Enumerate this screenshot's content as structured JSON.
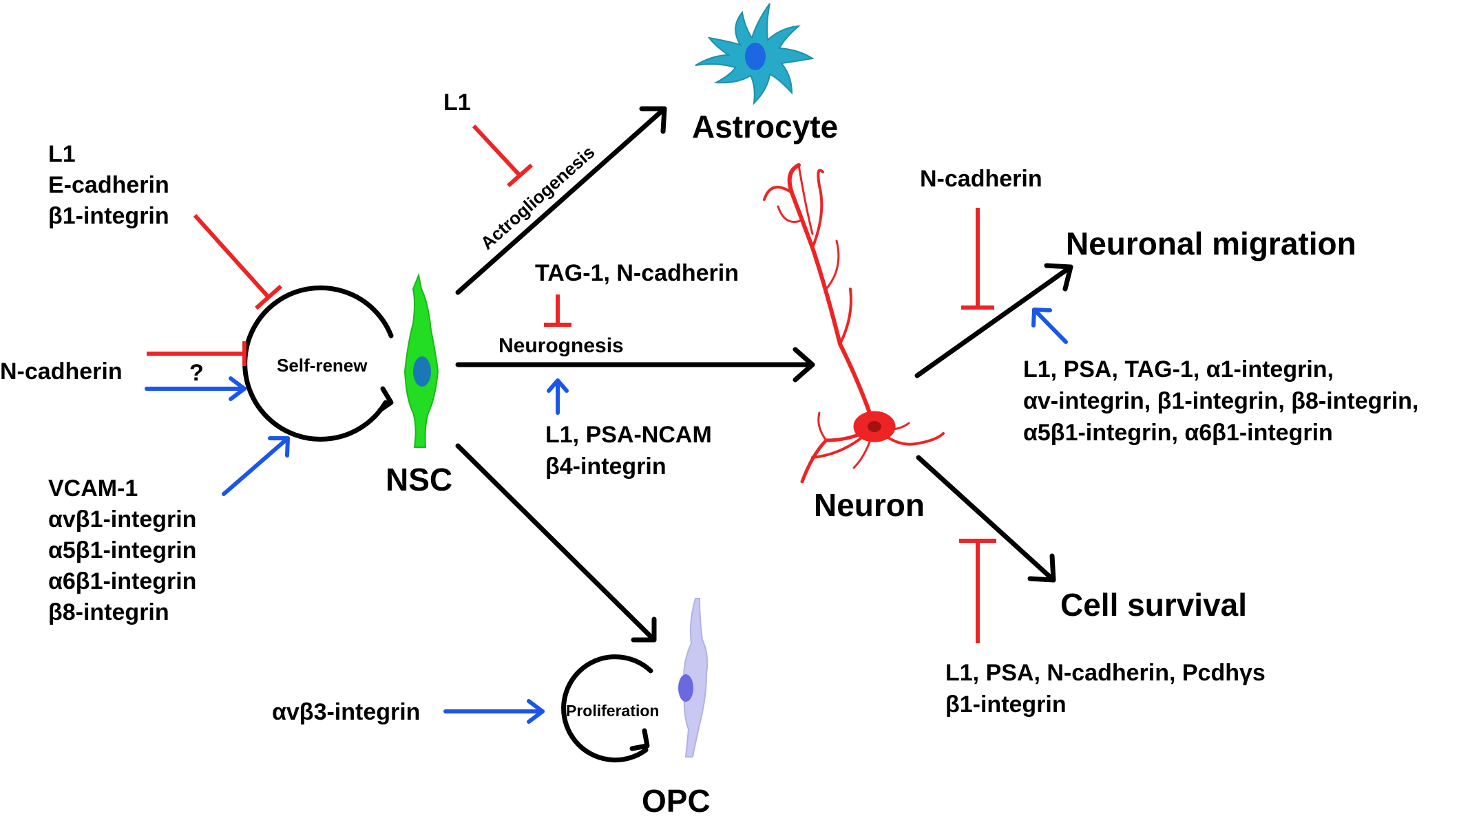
{
  "cells": {
    "astrocyte": "Astrocyte",
    "neuron": "Neuron",
    "nsc": "NSC",
    "opc": "OPC"
  },
  "processes": {
    "self_renew": "Self-renew",
    "proliferation": "Proliferation",
    "astrogliogenesis": "Actrogliogenesis",
    "neurogenesis": "Neurognesis",
    "neuronal_migration": "Neuronal migration",
    "cell_survival": "Cell survival"
  },
  "regulators": {
    "self_renew_inhibit": [
      "L1",
      "E-cadherin",
      "β1-integrin"
    ],
    "n_cadherin": "N-cadherin",
    "question": "?",
    "self_renew_promote": [
      "VCAM-1",
      "αvβ1-integrin",
      "α5β1-integrin",
      "α6β1-integrin",
      "β8-integrin"
    ],
    "astro_inhibit": "L1",
    "neuro_inhibit": "TAG-1, N-cadherin",
    "neuro_promote": [
      "L1, PSA-NCAM",
      "β4-integrin"
    ],
    "migration_inhibit": "N-cadherin",
    "migration_promote": [
      "L1, PSA, TAG-1, α1-integrin,",
      "αv-integrin, β1-integrin, β8-integrin,",
      "α5β1-integrin, α6β1-integrin"
    ],
    "survival_inhibit": [
      "L1, PSA, N-cadherin, Pcdhγs",
      "β1-integrin"
    ],
    "opc_promote": "αvβ3-integrin"
  },
  "colors": {
    "promote": "#1a56e8",
    "inhibit": "#ee2424",
    "nsc_cell": "#22dd22",
    "astrocyte_cell": "#27a9c8",
    "neuron_cell": "#ee2424",
    "opc_cell": "#c8c8f2"
  }
}
